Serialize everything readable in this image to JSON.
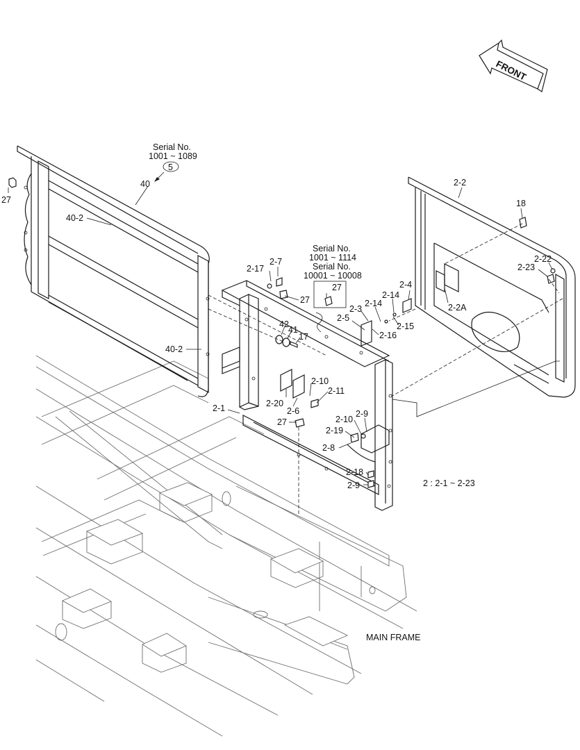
{
  "front_arrow": {
    "label": "FRONT"
  },
  "serials": {
    "s1": {
      "title": "Serial No.",
      "range": "1001 ~ 1089",
      "ref": "5"
    },
    "s2": {
      "title": "Serial No.",
      "range": "1001 ~ 1114"
    },
    "s3": {
      "title": "Serial No.",
      "range": "10001 ~ 10008"
    }
  },
  "parts": {
    "p27a": "27",
    "p40": "40",
    "p40_2a": "40-2",
    "p40_2b": "40-2",
    "p2_17": "2-17",
    "p2_7": "2-7",
    "p27b": "27",
    "p27c": "27",
    "p42": "42",
    "p41": "41",
    "p17": "17",
    "p2_5": "2-5",
    "p2_3": "2-3",
    "p2_14a": "2-14",
    "p2_14b": "2-14",
    "p2_4": "2-4",
    "p2_15": "2-15",
    "p2_16": "2-16",
    "p2_2": "2-2",
    "p18": "18",
    "p2_22": "2-22",
    "p2_23": "2-23",
    "p2_2a": "2-2A",
    "p2_20": "2-20",
    "p2_6": "2-6",
    "p2_10a": "2-10",
    "p2_11": "2-11",
    "p2_1": "2-1",
    "p27d": "27",
    "p2_10b": "2-10",
    "p2_9a": "2-9",
    "p2_19": "2-19",
    "p2_8": "2-8",
    "p2_18": "2-18",
    "p2_9b": "2-9"
  },
  "notes": {
    "range_note": "2 : 2-1 ~ 2-23",
    "main_frame": "MAIN FRAME"
  },
  "colors": {
    "ink": "#1a1a1a",
    "frame_gray": "#6d6d6d",
    "background": "#ffffff"
  }
}
